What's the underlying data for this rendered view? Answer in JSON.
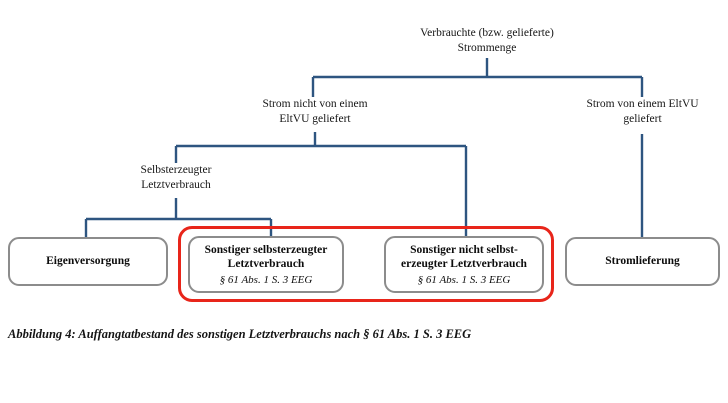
{
  "figure": {
    "caption": "Abbildung 4: Auffangtatbestand des sonstigen Letztverbrauchs nach § 61 Abs. 1 S. 3 EEG",
    "line_color": "#2e5580",
    "box_border_color": "#8c8c8c",
    "highlight_color": "#e8251a"
  },
  "nodes": {
    "root": {
      "label": "Verbrauchte (bzw. gelieferte)\nStrommenge"
    },
    "not_supplied": {
      "label": "Strom nicht von einem\nEltVU geliefert"
    },
    "supplied": {
      "label": "Strom von einem EltVU\ngeliefert"
    },
    "self_generated": {
      "label": "Selbsterzeugter\nLetztverbrauch"
    }
  },
  "boxes": [
    {
      "id": "eigenversorgung",
      "title": "Eigenversorgung",
      "law": "",
      "highlighted": false
    },
    {
      "id": "sonstiger-selbsterzeugter",
      "title": "Sonstiger selbsterzeugter\nLetztverbrauch",
      "law": "§ 61 Abs. 1 S. 3 EEG",
      "highlighted": true
    },
    {
      "id": "sonstiger-nicht-selbsterzeugter",
      "title": "Sonstiger nicht selbst-\nerzeugter Letztverbrauch",
      "law": "§ 61 Abs. 1 S. 3 EEG",
      "highlighted": true
    },
    {
      "id": "stromlieferung",
      "title": "Stromlieferung",
      "law": "",
      "highlighted": false
    }
  ]
}
